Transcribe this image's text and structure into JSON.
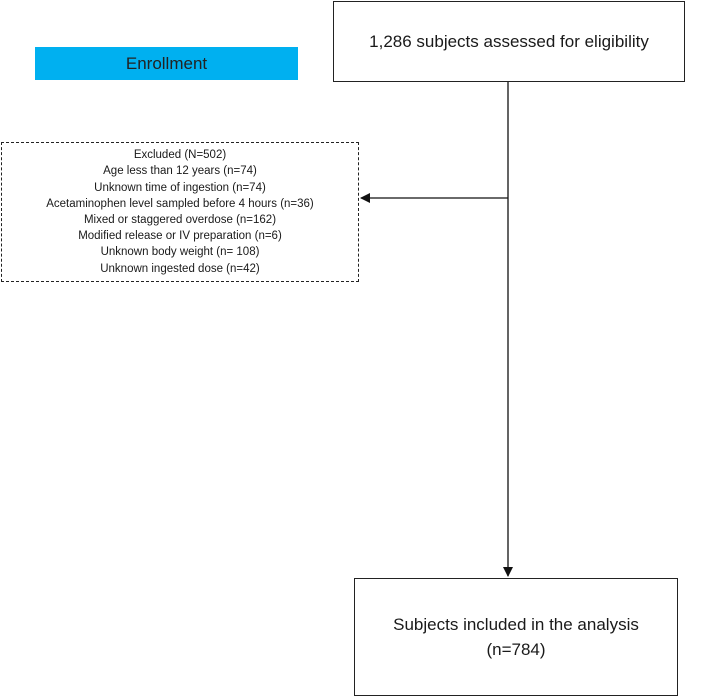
{
  "enrollment_label": "Enrollment",
  "assessed": "1,286 subjects assessed for eligibility",
  "excluded": {
    "items": [
      "Excluded (N=502)",
      "Age less than 12 years (n=74)",
      "Unknown time of ingestion (n=74)",
      "Acetaminophen level sampled before 4 hours (n=36)",
      "Mixed or staggered overdose (n=162)",
      "Modified release or IV preparation (n=6)",
      "Unknown body weight (n= 108)",
      "Unknown ingested dose (n=42)"
    ]
  },
  "included": {
    "line1": "Subjects included in the analysis",
    "line2": "(n=784)"
  },
  "colors": {
    "enrollment_fill": "#00b0f0",
    "stroke": "#222222"
  }
}
